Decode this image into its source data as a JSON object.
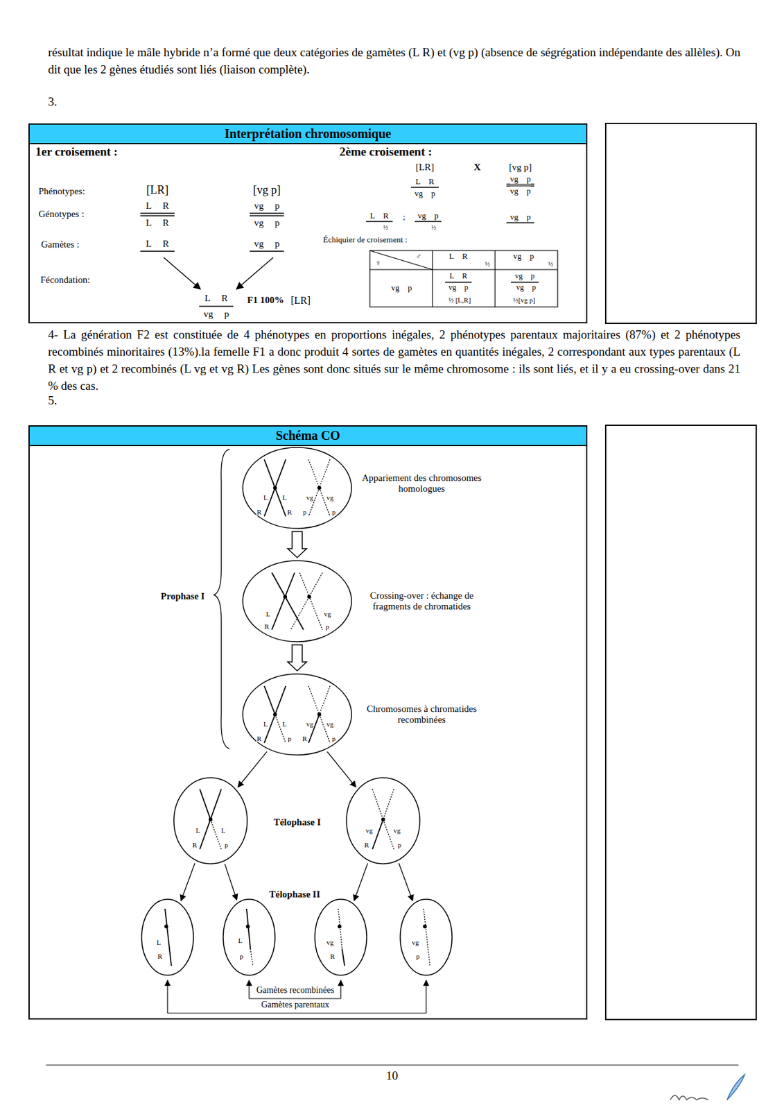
{
  "diagram": {
    "nodes": [
      {
        "text": [
          "Interprétation chromosomique"
        ]
      },
      {
        "text": [
          "Schéma CO"
        ]
      },
      {
        "text": [
          "L",
          "L",
          "vg",
          "vg",
          "R",
          "R",
          "p",
          "p"
        ],
        "in": 1
      },
      {
        "text": [
          "L",
          "vg",
          "R",
          "p"
        ],
        "in": 1
      },
      {
        "text": [
          "L",
          "L",
          "vg",
          "vg",
          "R",
          "p",
          "R",
          "p"
        ],
        "in": 1
      },
      {
        "text": [
          "L",
          "L",
          "R",
          "p"
        ],
        "in": 1
      },
      {
        "text": [
          "vg",
          "vg",
          "R",
          "p"
        ],
        "in": 1
      },
      {
        "text": [
          "L",
          "R"
        ],
        "in": 1
      },
      {
        "text": [
          "L",
          "p"
        ],
        "in": 1
      },
      {
        "text": [
          "vg",
          "R"
        ],
        "in": 1
      },
      {
        "text": [
          "vg",
          "p"
        ],
        "in": 1
      }
    ],
    "edges": [
      {
        "from": 2,
        "to": 3,
        "arrow": "to"
      },
      {
        "from": 3,
        "to": 4,
        "arrow": "to"
      },
      {
        "from": 4,
        "to": 5,
        "arrow": "to"
      },
      {
        "from": 4,
        "to": 6,
        "arrow": "to"
      },
      {
        "from": 5,
        "to": 7,
        "arrow": "to"
      },
      {
        "from": 5,
        "to": 8,
        "arrow": "to"
      },
      {
        "from": 6,
        "to": 9,
        "arrow": "to"
      },
      {
        "from": 6,
        "to": 10,
        "arrow": "to"
      }
    ],
    "labels": [
      "résultat indique le mâle hybride n’a formé que deux catégories de gamètes (L  R) et (vg  p) (absence de ségrégation indépendante des allèles). On dit que les 2 gènes étudiés sont liés (liaison complète).",
      "3.",
      "1er croisement :",
      "2ème croisement :",
      "Phénotypes:",
      "[LR]",
      "[vg p]",
      "Génotypes :",
      "L R",
      "L R",
      "vg p",
      "vg p",
      "Gamètes :",
      "L R",
      "vg p",
      "Fécondation:",
      "L R",
      "vg p",
      "F1 100%",
      "[LR]",
      "[LR]",
      "X",
      "[vg p]",
      "L R",
      "vg p",
      "vg p",
      "vg p",
      "L R",
      "½",
      ";",
      "vg p",
      "½",
      "vg p",
      "Échiquier de croisement :",
      "♀",
      "♂",
      "L R",
      "½",
      "vg p",
      "½",
      "vg p",
      "L R",
      "vg p",
      "½ [L,R]",
      "vg p",
      "vg p",
      "½[vg p]",
      "4- La génération F2 est constituée de 4 phénotypes en proportions inégales, 2 phénotypes parentaux majoritaires (87%) et 2 phénotypes recombinés minoritaires (13%).la femelle F1 a donc produit 4 sortes de gamètes en quantités inégales, 2 correspondant aux types parentaux (L R et vg p) et 2 recombinés (L vg et vg R) Les gènes sont donc situés sur le même chromosome : ils sont liés, et il y a eu crossing-over dans 21 % des cas.",
      "5.",
      "Appariement des chromosomes homologues",
      "Prophase I",
      "Crossing-over : échange de fragments de chromatides",
      "Chromosomes à chromatides recombinées",
      "Télophase I",
      "Télophase II",
      "Gamètes recombinées",
      "Gamètes parentaux",
      "10"
    ]
  }
}
